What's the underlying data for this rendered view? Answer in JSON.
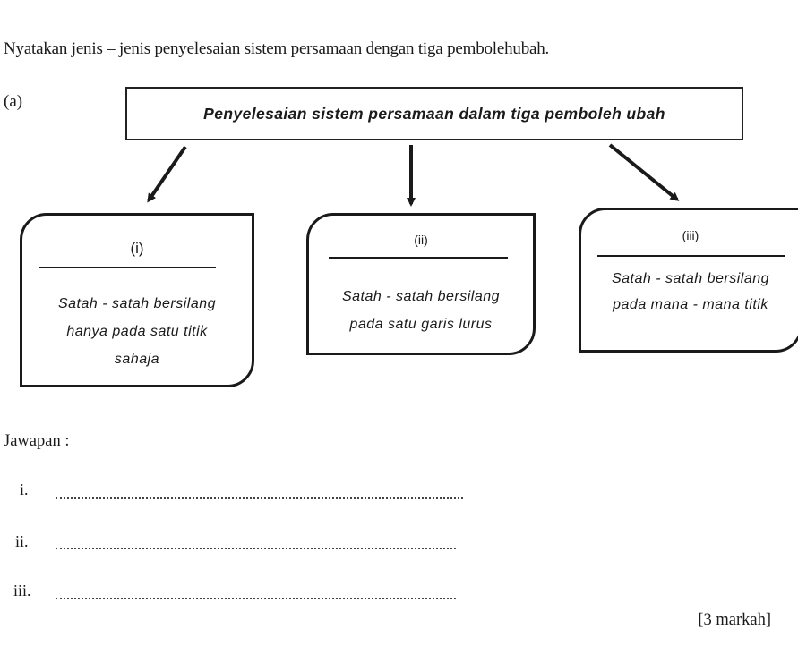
{
  "question": "Nyatakan jenis – jenis penyelesaian sistem persamaan dengan tiga pembolehubah.",
  "part_label": "(a)",
  "diagram": {
    "title": "Penyelesaian sistem persamaan dalam tiga pemboleh ubah",
    "boxes": [
      {
        "number": "(i)",
        "lines": [
          "Satah - satah bersilang",
          "hanya pada satu titik",
          "sahaja"
        ]
      },
      {
        "number": "(ii)",
        "lines": [
          "Satah - satah bersilang",
          "pada satu garis lurus"
        ]
      },
      {
        "number": "(iii)",
        "lines": [
          "Satah - satah bersilang",
          "pada mana - mana titik"
        ]
      }
    ]
  },
  "answers": {
    "label": "Jawapan :",
    "items": [
      "i.",
      "ii.",
      "iii."
    ]
  },
  "marks": "[3 markah]"
}
